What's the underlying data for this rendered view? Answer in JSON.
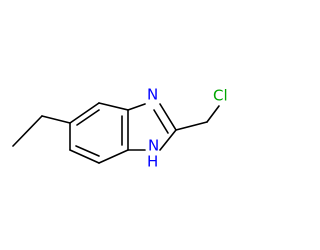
{
  "molecule": {
    "atoms": {
      "n3": {
        "symbol": "N",
        "color": "#0000ff"
      },
      "n1": {
        "symbol": "N",
        "color": "#0000ff"
      },
      "h1": {
        "symbol": "H",
        "color": "#0000ff"
      },
      "cl": {
        "symbol": "Cl",
        "color": "#00a600"
      }
    },
    "bond_color": "#000000"
  }
}
